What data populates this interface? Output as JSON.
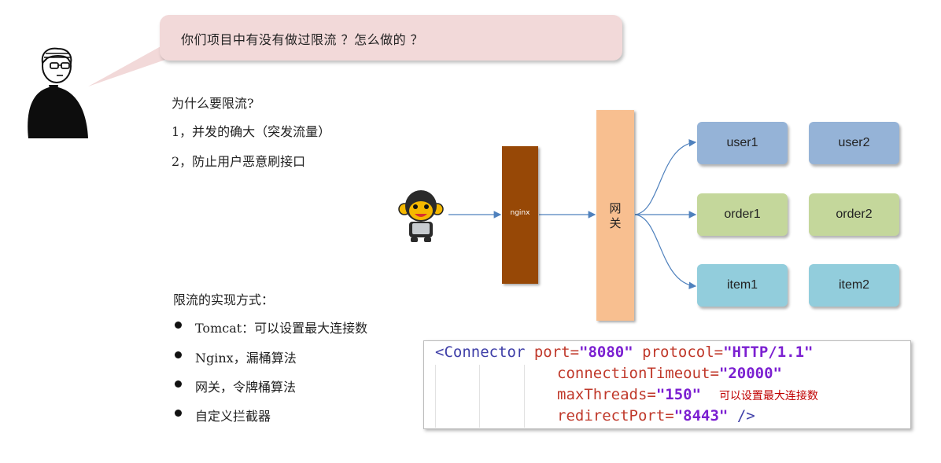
{
  "bubble": {
    "question": "你们项目中有没有做过限流 ？怎么做的 ？"
  },
  "why": {
    "title": "为什么要限流?",
    "reasons": [
      "1，并发的确大（突发流量）",
      "2，防止用户恶意刷接口"
    ]
  },
  "diagram": {
    "nginx": "nginx",
    "gateway": "网\n关",
    "services": [
      [
        "user1",
        "user2"
      ],
      [
        "order1",
        "order2"
      ],
      [
        "item1",
        "item2"
      ]
    ]
  },
  "methods": {
    "title": "限流的实现方式：",
    "items": [
      "Tomcat：可以设置最大连接数",
      "Nginx，漏桶算法",
      "网关，令牌桶算法",
      "自定义拦截器"
    ]
  },
  "code": {
    "tag": "<Connector",
    "lines": [
      {
        "attr": "port=",
        "val": "\"8080\"",
        "attr2": "protocol=",
        "val2": "\"HTTP/1.1\""
      },
      {
        "attr": "connectionTimeout=",
        "val": "\"20000\""
      },
      {
        "attr": "maxThreads=",
        "val": "\"150\"",
        "note": "可以设置最大连接数"
      },
      {
        "attr": "redirectPort=",
        "val": "\"8443\"",
        "close": "/>"
      }
    ]
  },
  "colors": {
    "nginx": "#974806",
    "gateway": "#f8bf90",
    "user": "#95b3d7",
    "order": "#c4d79b",
    "item": "#92cddc",
    "arrow": "#4f81bd"
  }
}
